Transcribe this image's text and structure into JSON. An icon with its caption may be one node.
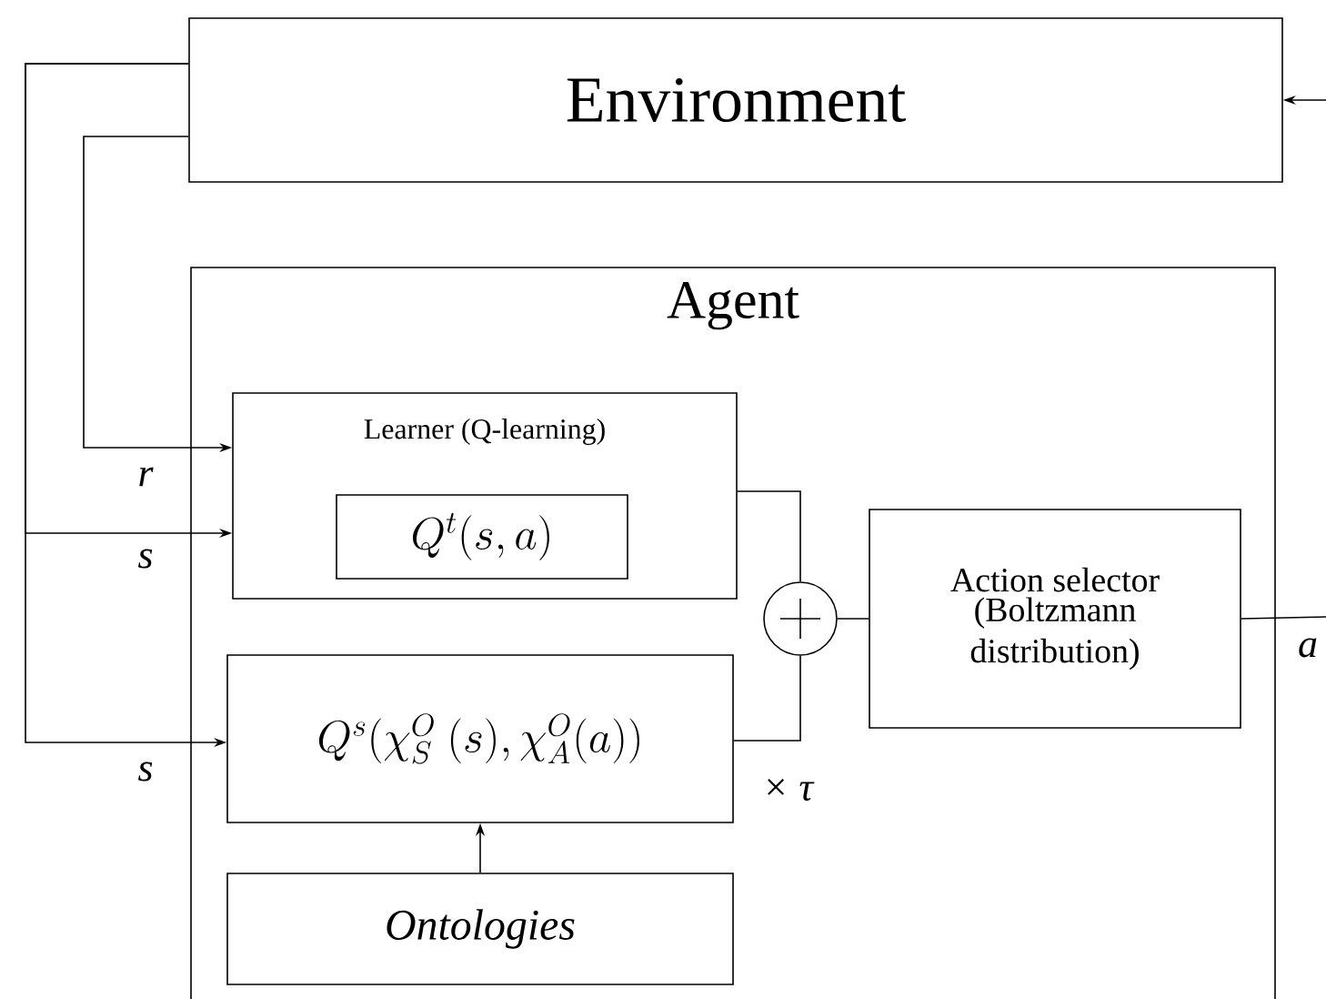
{
  "diagram": {
    "nodes": [
      {
        "text": [
          "Environment"
        ]
      },
      {
        "text": [
          "Agent"
        ]
      },
      {
        "text": [
          "Learner (Q-learning)"
        ],
        "in": 1
      },
      {
        "text": [
          "Q^{t}(s, a)"
        ],
        "in": 2
      },
      {
        "text": [
          "Q^{s}(\\chi_{S}^{O}\\ (s), \\chi_{A}^{O}(a))"
        ],
        "in": 1
      },
      {
        "text": [
          "Ontologies"
        ],
        "in": 1
      },
      {
        "text": [],
        "shape": "circle",
        "in": 1
      },
      {
        "text": [
          "Action selector",
          "(Boltzmann distribution)"
        ],
        "in": 1
      }
    ],
    "edges": [
      {
        "from": 0,
        "to": 2,
        "arrow": "to",
        "label": "r"
      },
      {
        "from": 0,
        "to": 2,
        "arrow": "to",
        "label": "s"
      },
      {
        "from": 0,
        "to": 4,
        "arrow": "to",
        "label": "s"
      },
      {
        "from": 2,
        "to": 6,
        "arrow": "none"
      },
      {
        "from": 4,
        "to": 6,
        "arrow": "none",
        "label": "× τ"
      },
      {
        "from": 6,
        "to": 7,
        "arrow": "none"
      },
      {
        "from": 5,
        "to": 4,
        "arrow": "to"
      },
      {
        "from": 7,
        "to": null,
        "arrow": "none",
        "label": "a"
      },
      {
        "from": null,
        "to": 0,
        "arrow": "to"
      }
    ]
  }
}
